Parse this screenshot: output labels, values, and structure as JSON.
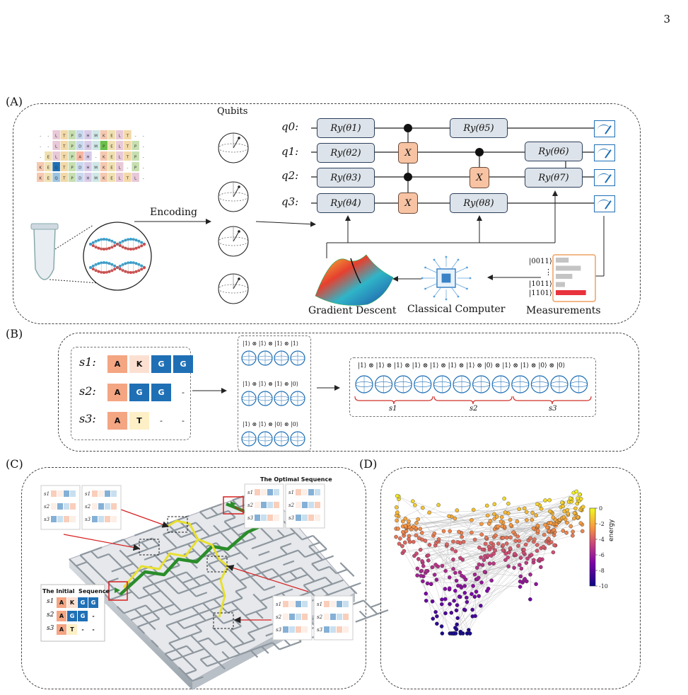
{
  "page_number": "3",
  "panels": {
    "a_label": "(A)",
    "b_label": "(B)",
    "c_label": "(C)",
    "d_label": "(D)"
  },
  "panel_a": {
    "qubits_title": "Qubits",
    "encoding_label": "Encoding",
    "msa_rows": [
      [
        "-",
        "-",
        "L",
        "T",
        "P",
        "D",
        "H",
        "M",
        "K",
        "E",
        "L",
        "T",
        "-",
        "-"
      ],
      [
        "-",
        "-",
        "L",
        "T",
        "P",
        "D",
        "H",
        "M",
        "P",
        "E",
        "L",
        "T",
        "P",
        "-"
      ],
      [
        "-",
        "E",
        "L",
        "T",
        "P",
        "A",
        "H",
        "-",
        "K",
        "E",
        "L",
        "T",
        "P",
        "-"
      ],
      [
        "K",
        "E",
        "G",
        "T",
        "P",
        "D",
        "H",
        "M",
        "K",
        "E",
        "L",
        "-",
        "P",
        "-"
      ],
      [
        "K",
        "E",
        "Q",
        "T",
        "P",
        "D",
        "H",
        "M",
        "K",
        "E",
        "L",
        "T",
        "L",
        "-"
      ]
    ],
    "qubit_labels": [
      "q0:",
      "q1:",
      "q2:",
      "q3:"
    ],
    "gates": {
      "ry1": "Ry(θ1)",
      "ry2": "Ry(θ2)",
      "ry3": "Ry(θ3)",
      "ry4": "Ry(θ4)",
      "ry5": "Ry(θ5)",
      "ry6": "Ry(θ6)",
      "ry7": "Ry(θ7)",
      "ry8": "Ry(θ8)",
      "x": "X"
    },
    "measurement_states": [
      "|0011⟩",
      "⋮",
      "|1011⟩",
      "|1101⟩"
    ],
    "measurement_bar_fractions": [
      0.35,
      0.68,
      0.45,
      0.25,
      0.82
    ],
    "gradient_descent_label": "Gradient Descent",
    "classical_computer_label": "Classical Computer",
    "measurements_label": "Measurements"
  },
  "panel_b": {
    "sequences": [
      {
        "label": "s1:",
        "residues": [
          "A",
          "K",
          "G",
          "G"
        ]
      },
      {
        "label": "s2:",
        "residues": [
          "A",
          "G",
          "G",
          "-"
        ]
      },
      {
        "label": "s3:",
        "residues": [
          "A",
          "T",
          "-",
          "-"
        ]
      }
    ],
    "encodings": [
      "|1⟩ ⊗ |1⟩ ⊗ |1⟩ ⊗ |1⟩",
      "|1⟩ ⊗ |1⟩ ⊗ |1⟩ ⊗ |0⟩",
      "|1⟩ ⊗ |1⟩ ⊗ |0⟩ ⊗ |0⟩"
    ],
    "combined": "|1⟩ ⊗ |1⟩ ⊗ |1⟩ ⊗ |1⟩ ⊗ |1⟩ ⊗ |1⟩ ⊗ |1⟩ ⊗ |0⟩ ⊗ |1⟩ ⊗ |1⟩ ⊗ |0⟩ ⊗ |0⟩",
    "groups": [
      "s1",
      "s2",
      "s3"
    ]
  },
  "panel_c": {
    "optimal_title": "The Optimal Sequence",
    "initial_title": "The Initial  Sequence",
    "row_labels": [
      "s1",
      "s2",
      "s3"
    ],
    "initial_rows": [
      [
        "A",
        "K",
        "G",
        "G"
      ],
      [
        "A",
        "G",
        "G",
        "-"
      ],
      [
        "A",
        "T",
        "-",
        "-"
      ]
    ]
  },
  "panel_d": {
    "colorbar_label": "energy",
    "colorbar_ticks": [
      "0",
      "-2",
      "-4",
      "-6",
      "-8",
      "-10"
    ],
    "colors": {
      "high": "#f0f921",
      "mid": "#e35932",
      "low": "#0d0887"
    }
  },
  "colors": {
    "A": "#f4a582",
    "K": "#fbe0d2",
    "G": "#1f6fb5",
    "T": "#fdf0c6",
    "gate_fill": "#dde3ea",
    "x_fill": "#f7c3a3",
    "accent_red": "#e8323c"
  }
}
